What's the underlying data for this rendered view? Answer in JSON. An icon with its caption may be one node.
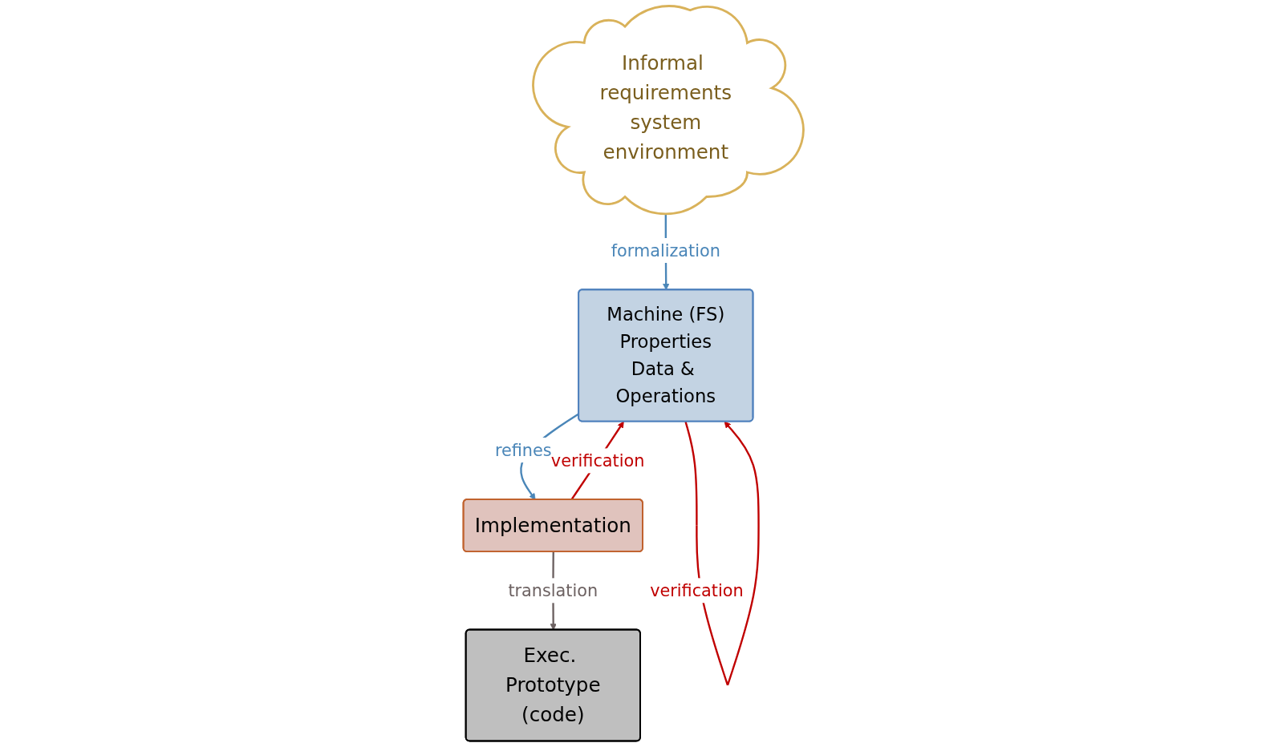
{
  "diagram": {
    "nodes": [
      {
        "text": [
          "Informal requirements",
          "system",
          "environment"
        ]
      },
      {
        "text": [
          "Machine (FS)",
          "Properties",
          "Data & Operations"
        ]
      },
      {
        "text": [
          "Implementation"
        ]
      },
      {
        "text": [
          "Exec. Prototype",
          "(code)"
        ]
      }
    ],
    "edges": [
      {
        "from": 0,
        "to": 1,
        "arrow": "to",
        "label": "formalization",
        "color": "#4a86b8"
      },
      {
        "from": 1,
        "to": 2,
        "arrow": "to",
        "label": "refines",
        "color": "#4a86b8"
      },
      {
        "from": 1,
        "to": 1,
        "arrow": "to",
        "label": "verification",
        "color": "#c00000"
      },
      {
        "from": 2,
        "to": 1,
        "arrow": "to",
        "label": "verification",
        "color": "#c00000"
      },
      {
        "from": 2,
        "to": 3,
        "arrow": "to",
        "label": "translation",
        "color": "#6d6262"
      }
    ]
  }
}
